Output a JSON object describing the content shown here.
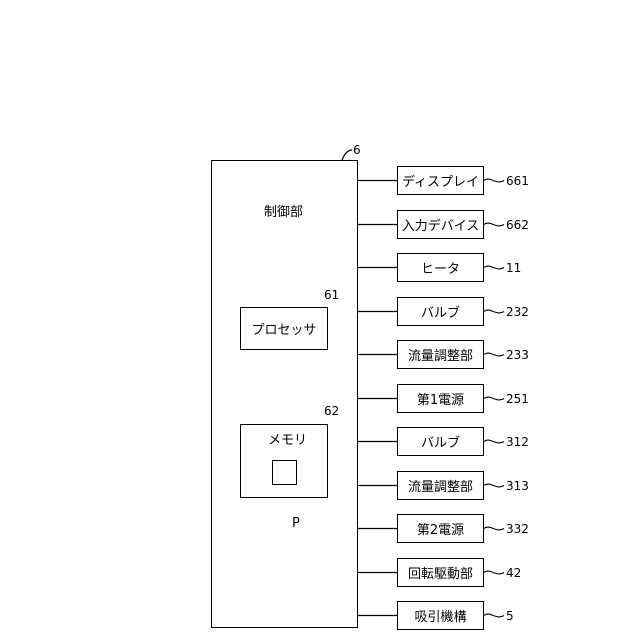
{
  "controller": {
    "ref": "6",
    "label": "制御部",
    "processor": {
      "ref": "61",
      "label": "プロセッサ"
    },
    "memory": {
      "ref": "62",
      "label": "メモリ",
      "program_label": "P"
    }
  },
  "devices": [
    {
      "label": "ディスプレイ",
      "ref": "661"
    },
    {
      "label": "入力デバイス",
      "ref": "662"
    },
    {
      "label": "ヒータ",
      "ref": "11"
    },
    {
      "label": "バルブ",
      "ref": "232"
    },
    {
      "label": "流量調整部",
      "ref": "233"
    },
    {
      "label": "第1電源",
      "ref": "251"
    },
    {
      "label": "バルブ",
      "ref": "312"
    },
    {
      "label": "流量調整部",
      "ref": "313"
    },
    {
      "label": "第2電源",
      "ref": "332"
    },
    {
      "label": "回転駆動部",
      "ref": "42"
    },
    {
      "label": "吸引機構",
      "ref": "5"
    }
  ]
}
